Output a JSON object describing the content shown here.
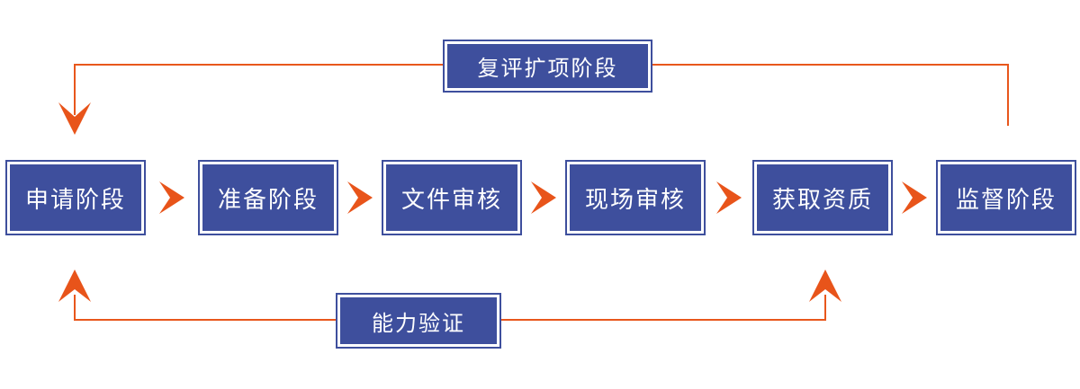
{
  "diagram": {
    "stages": [
      {
        "label": "申请阶段"
      },
      {
        "label": "准备阶段"
      },
      {
        "label": "文件审核"
      },
      {
        "label": "现场审核"
      },
      {
        "label": "获取资质"
      },
      {
        "label": "监督阶段"
      }
    ],
    "feedback_loops": {
      "top": {
        "label": "复评扩项阶段",
        "from": "监督阶段",
        "to": "申请阶段"
      },
      "bottom": {
        "label": "能力验证",
        "from": "获取资质",
        "to": "申请阶段"
      }
    },
    "colors": {
      "box_fill": "#3E4F9D",
      "arrow_orange": "#E8571C",
      "text": "#FFFFFF",
      "background": "#FFFFFF"
    }
  }
}
